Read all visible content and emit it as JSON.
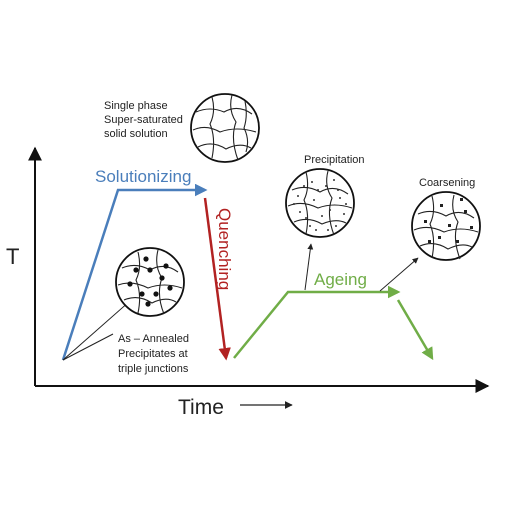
{
  "axes": {
    "y_label": "T",
    "x_label": "Time"
  },
  "stages": {
    "solutionizing": {
      "label": "Solutionizing",
      "color": "#4a7ebb"
    },
    "quenching": {
      "label": "Quenching",
      "color": "#b22222"
    },
    "ageing": {
      "label": "Ageing",
      "color": "#70ad47"
    }
  },
  "annotations": {
    "single_phase": [
      "Single phase",
      "Super-saturated",
      "solid solution"
    ],
    "as_annealed": [
      "As – Annealed",
      "Precipitates at",
      "triple junctions"
    ],
    "precipitation": "Precipitation",
    "coarsening": "Coarsening"
  }
}
